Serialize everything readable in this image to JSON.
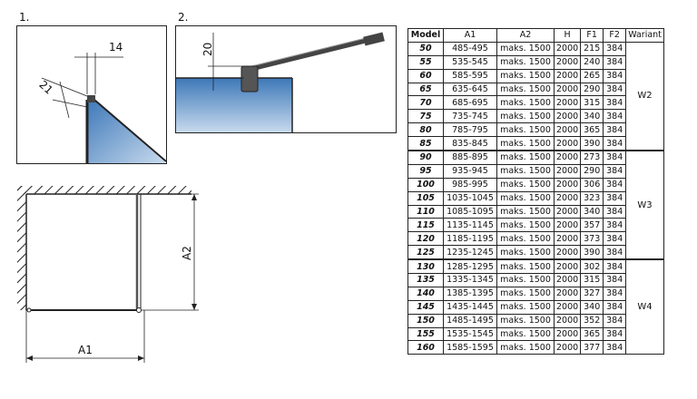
{
  "figure1": {
    "number": "1.",
    "dim_a": "14",
    "dim_b": "21"
  },
  "figure2": {
    "number": "2.",
    "dim_a": "20"
  },
  "plan": {
    "label_a1": "A1",
    "label_a2": "A2"
  },
  "table": {
    "headers": [
      "Model",
      "A1",
      "A2",
      "H",
      "F1",
      "F2",
      "Wariant"
    ],
    "groups": [
      {
        "variant": "W2",
        "rows": [
          [
            "50",
            "485-495",
            "maks. 1500",
            "2000",
            "215",
            "384"
          ],
          [
            "55",
            "535-545",
            "maks. 1500",
            "2000",
            "240",
            "384"
          ],
          [
            "60",
            "585-595",
            "maks. 1500",
            "2000",
            "265",
            "384"
          ],
          [
            "65",
            "635-645",
            "maks. 1500",
            "2000",
            "290",
            "384"
          ],
          [
            "70",
            "685-695",
            "maks. 1500",
            "2000",
            "315",
            "384"
          ],
          [
            "75",
            "735-745",
            "maks. 1500",
            "2000",
            "340",
            "384"
          ],
          [
            "80",
            "785-795",
            "maks. 1500",
            "2000",
            "365",
            "384"
          ],
          [
            "85",
            "835-845",
            "maks. 1500",
            "2000",
            "390",
            "384"
          ]
        ]
      },
      {
        "variant": "W3",
        "rows": [
          [
            "90",
            "885-895",
            "maks. 1500",
            "2000",
            "273",
            "384"
          ],
          [
            "95",
            "935-945",
            "maks. 1500",
            "2000",
            "290",
            "384"
          ],
          [
            "100",
            "985-995",
            "maks. 1500",
            "2000",
            "306",
            "384"
          ],
          [
            "105",
            "1035-1045",
            "maks. 1500",
            "2000",
            "323",
            "384"
          ],
          [
            "110",
            "1085-1095",
            "maks. 1500",
            "2000",
            "340",
            "384"
          ],
          [
            "115",
            "1135-1145",
            "maks. 1500",
            "2000",
            "357",
            "384"
          ],
          [
            "120",
            "1185-1195",
            "maks. 1500",
            "2000",
            "373",
            "384"
          ],
          [
            "125",
            "1235-1245",
            "maks. 1500",
            "2000",
            "390",
            "384"
          ]
        ]
      },
      {
        "variant": "W4",
        "rows": [
          [
            "130",
            "1285-1295",
            "maks. 1500",
            "2000",
            "302",
            "384"
          ],
          [
            "135",
            "1335-1345",
            "maks. 1500",
            "2000",
            "315",
            "384"
          ],
          [
            "140",
            "1385-1395",
            "maks. 1500",
            "2000",
            "327",
            "384"
          ],
          [
            "145",
            "1435-1445",
            "maks. 1500",
            "2000",
            "340",
            "384"
          ],
          [
            "150",
            "1485-1495",
            "maks. 1500",
            "2000",
            "352",
            "384"
          ],
          [
            "155",
            "1535-1545",
            "maks. 1500",
            "2000",
            "365",
            "384"
          ],
          [
            "160",
            "1585-1595",
            "maks. 1500",
            "2000",
            "377",
            "384"
          ]
        ]
      }
    ]
  },
  "colors": {
    "glass_top": "#3d78b8",
    "glass_bottom": "#c8daee",
    "line": "#222222"
  }
}
